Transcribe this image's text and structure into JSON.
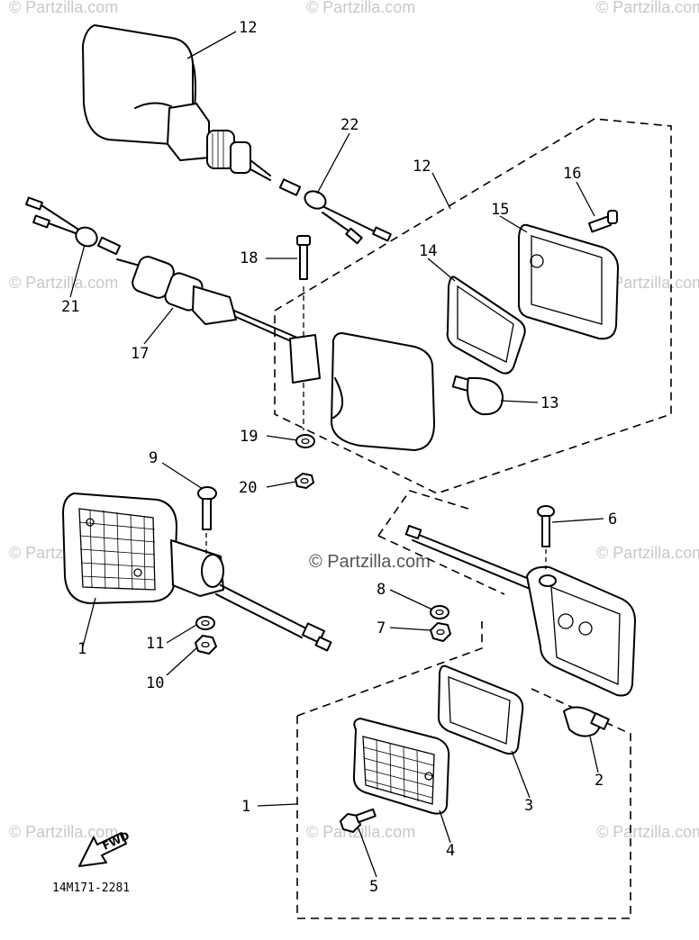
{
  "diagram": {
    "diagram_code": "14M171-2281",
    "fwd_label": "FWD",
    "watermark_text": "© Partzilla.com",
    "callouts": [
      "12",
      "22",
      "12",
      "16",
      "15",
      "18",
      "14",
      "21",
      "17",
      "13",
      "19",
      "20",
      "9",
      "6",
      "8",
      "7",
      "1",
      "11",
      "10",
      "2",
      "3",
      "1",
      "4",
      "5"
    ]
  }
}
